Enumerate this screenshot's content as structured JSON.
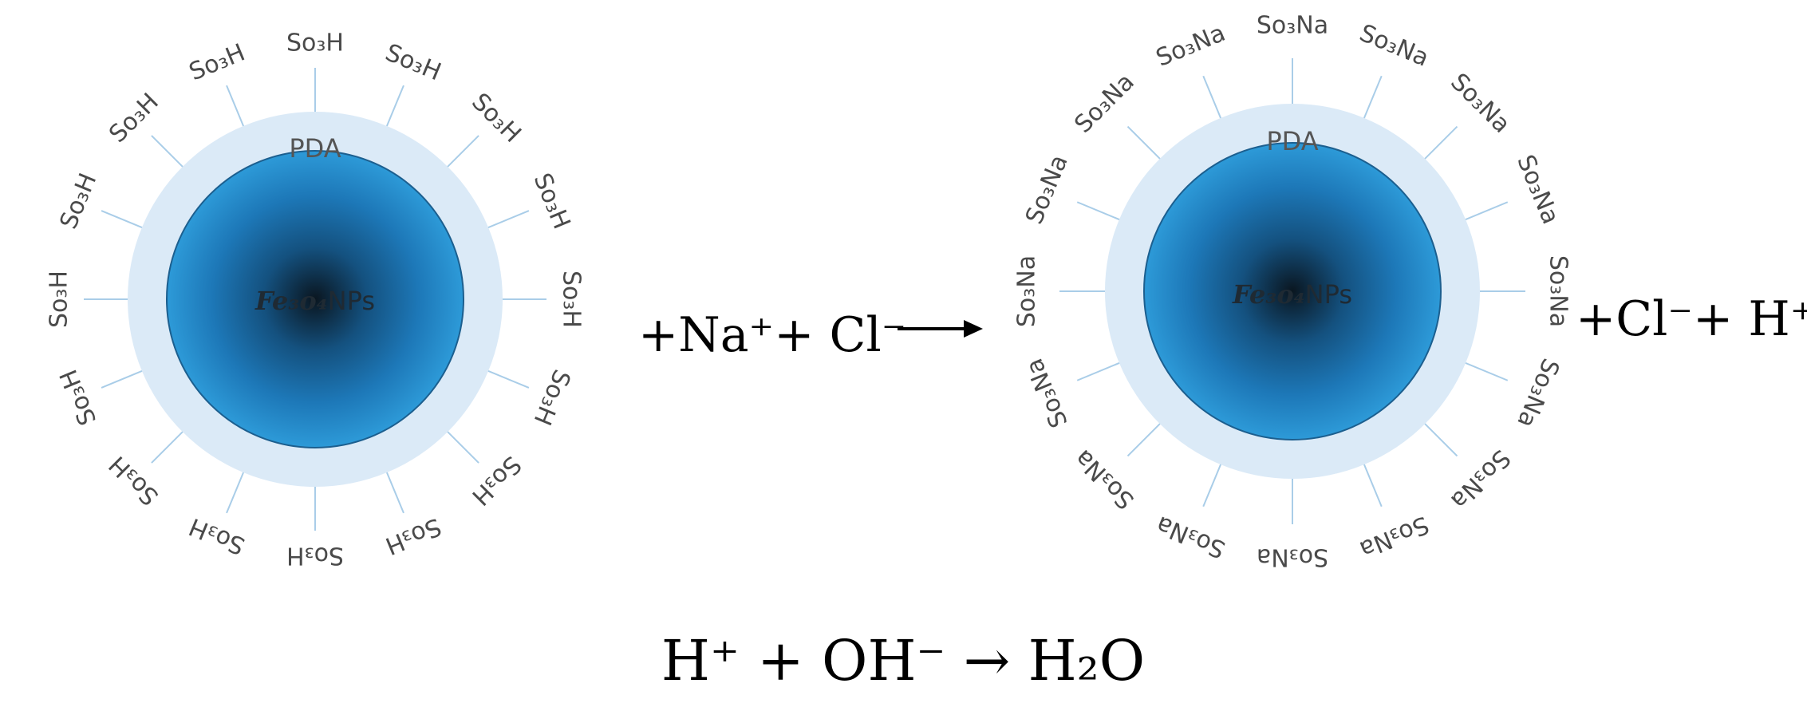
{
  "reactant": {
    "shell_label": "PDA",
    "core_label": {
      "formula": "Fe₃o₄",
      "suffix": "NPs"
    },
    "group_label": "So₃H",
    "group_count": 16
  },
  "reaction": {
    "lhs_ions": "+Na⁺+ Cl⁻",
    "arrow": "⟶"
  },
  "product": {
    "shell_label": "PDA",
    "core_label": {
      "formula": "Fe₃o₄",
      "suffix": "NPs"
    },
    "group_label": "So₃Na",
    "group_count": 16
  },
  "byproducts": "+Cl⁻+ H⁺",
  "neutralization": "H⁺ + OH⁻ → H₂O",
  "colors": {
    "shell": "#dbeaf7",
    "core_center": "#0a1620",
    "core_mid": "#1866a4",
    "core_edge": "#2d9ad8",
    "core_stroke": "#1c5f8f",
    "spoke": "#a9cde8"
  }
}
